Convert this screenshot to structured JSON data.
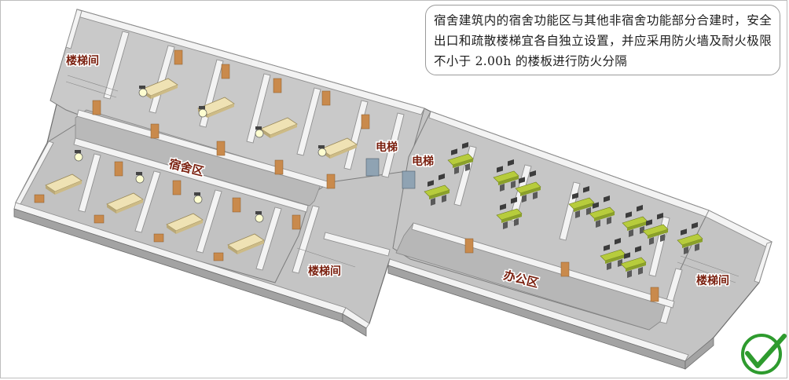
{
  "labels": {
    "stair_nw": "楼梯间",
    "stair_mid": "楼梯间",
    "stair_e": "楼梯间",
    "dorm_zone": "宿舍区",
    "office_zone": "办公区",
    "elevator_1": "电梯",
    "elevator_2": "电梯"
  },
  "callout": {
    "text": "宿舍建筑内的宿舍功能区与其他非宿舍功能部分合建时，安全出口和疏散楼梯宜各自独立设置，并应采用防火墙及耐火极限不小于 2.00h 的楼板进行防火分隔"
  },
  "mark": {
    "icon": "check-mark-icon",
    "color": "#2e9b2e"
  },
  "colors": {
    "floor": "#c4c4c4",
    "wall_top": "#f4f4f4",
    "wall_side": "#9c9c9c",
    "door": "#c98a4c",
    "desk": "#b7cc3c",
    "bed": "#e8d9a8",
    "label": "#7a1f0e"
  }
}
